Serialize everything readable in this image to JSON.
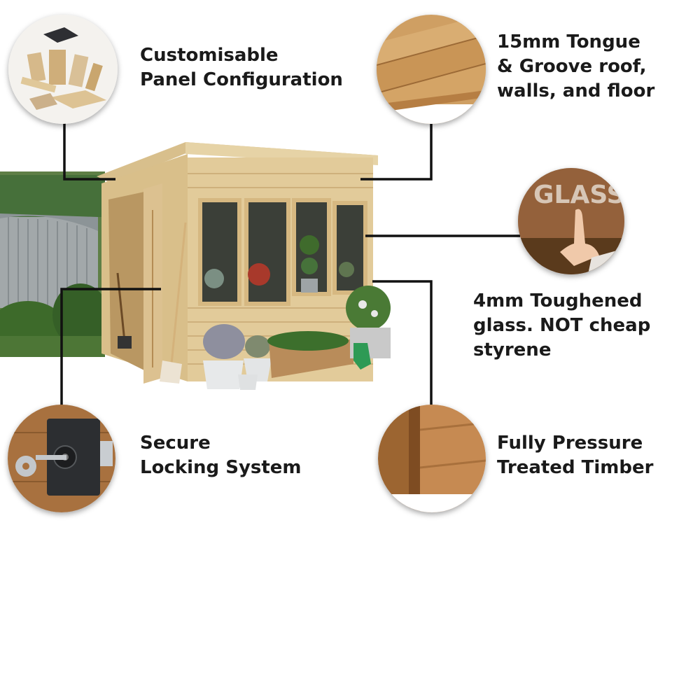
{
  "features": [
    {
      "id": "panel",
      "text": "Customisable\nPanel Configuration",
      "icon": "exploded-shed-panels-icon"
    },
    {
      "id": "tongue-groove",
      "text": "15mm Tongue\n& Groove roof,\nwalls, and floor",
      "icon": "wood-board-closeup-icon"
    },
    {
      "id": "glass",
      "text": "4mm Toughened\nglass. NOT cheap\nstyrene",
      "icon": "glass-pane-finger-icon",
      "circle_text": "GLASS"
    },
    {
      "id": "lock",
      "text": "Secure\nLocking System",
      "icon": "rim-lock-key-icon"
    },
    {
      "id": "timber",
      "text": "Fully Pressure\nTreated Timber",
      "icon": "timber-cross-section-icon"
    }
  ],
  "colors": {
    "connector": "#111111",
    "timber_light": "#e2cb9a",
    "timber_mid": "#cfae72",
    "timber_dark": "#a9743d",
    "fence": "#9aa1a4",
    "foliage": "#3f6b2c"
  }
}
